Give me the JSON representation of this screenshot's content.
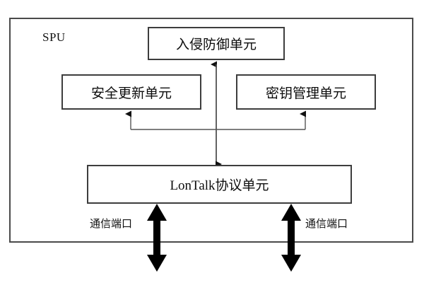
{
  "diagram": {
    "title_label": "SPU",
    "boxes": [
      {
        "id": "ips",
        "label": "入侵防御单元"
      },
      {
        "id": "update",
        "label": "安全更新单元"
      },
      {
        "id": "key",
        "label": "密钥管理单元"
      },
      {
        "id": "lontalk",
        "label": "LonTalk协议单元"
      }
    ],
    "port_labels": [
      {
        "id": "port-left",
        "label": "通信端口"
      },
      {
        "id": "port-right",
        "label": "通信端口"
      }
    ],
    "connectors": [
      {
        "id": "lontalk-ips-bidirectional",
        "kind": "double-headed-vertical-arrow",
        "from": "lontalk",
        "to": "ips"
      },
      {
        "id": "bus-to-update",
        "kind": "arrow-up",
        "from": "bus",
        "to": "update"
      },
      {
        "id": "bus-to-key",
        "kind": "arrow-up",
        "from": "bus",
        "to": "key"
      },
      {
        "id": "comm-port-left",
        "kind": "thick-double-headed-arrow",
        "from": "lontalk",
        "to": "port-left"
      },
      {
        "id": "comm-port-right",
        "kind": "thick-double-headed-arrow",
        "from": "lontalk",
        "to": "port-right"
      }
    ],
    "colors": {
      "outer_border": "#4a4a4a",
      "box_border": "#3d3d3d",
      "connector": "#555555",
      "thick_arrow": "#000000",
      "background": "#ffffff",
      "text": "#0d0d0d"
    }
  }
}
